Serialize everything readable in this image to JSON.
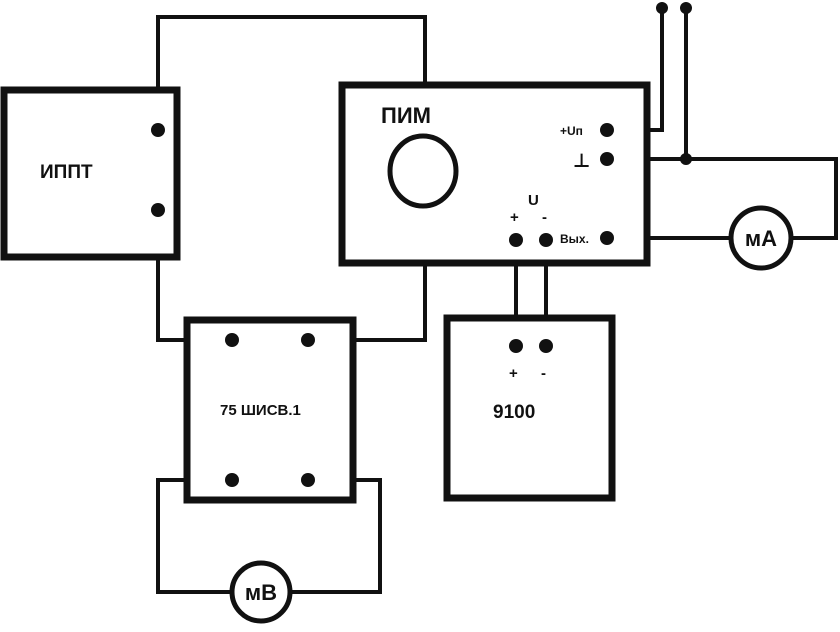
{
  "diagram": {
    "devices": {
      "ippt": "ИППТ",
      "pim": "ПИМ",
      "shunt": "75 ШИСВ.1",
      "calibrator": "9100"
    },
    "pim_terminals": {
      "supply_plus": "+Uп",
      "ground": "⊥",
      "output": "Вых.",
      "voltage": "U",
      "plus": "+",
      "minus": "-"
    },
    "calibrator_terminals": {
      "plus": "+",
      "minus": "-"
    },
    "meters": {
      "milliammeter": "мА",
      "millivoltmeter": "мВ"
    }
  }
}
